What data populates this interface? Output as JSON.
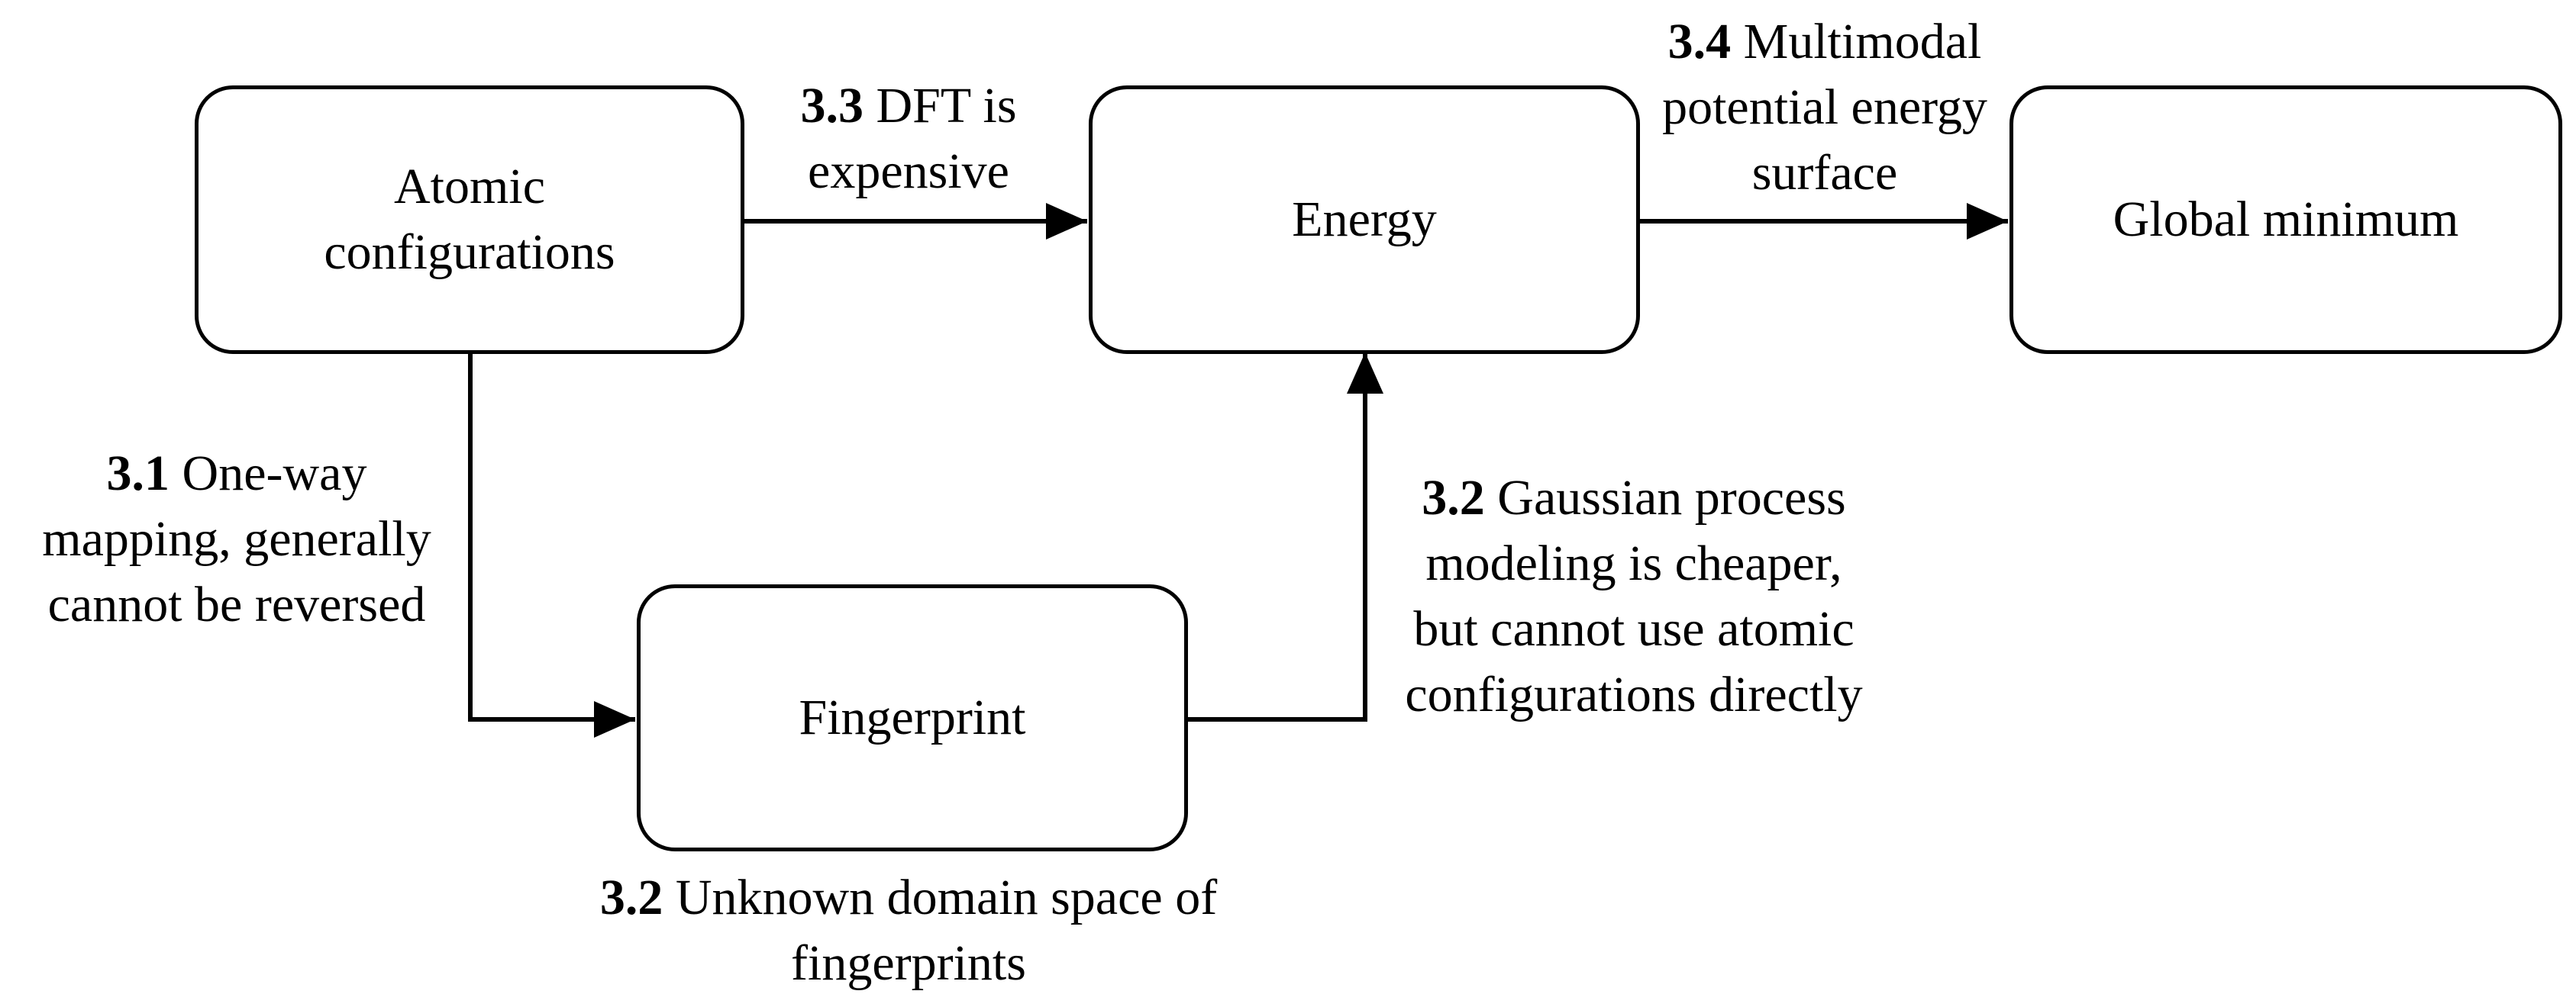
{
  "nodes": {
    "atomic": {
      "lines": [
        "Atomic",
        "configurations"
      ]
    },
    "energy": {
      "lines": [
        "Energy"
      ]
    },
    "global": {
      "lines": [
        "Global minimum"
      ]
    },
    "fingerprint": {
      "lines": [
        "Fingerprint"
      ]
    }
  },
  "edges": {
    "e33": {
      "num": "3.3",
      "lines": [
        " DFT is",
        "expensive"
      ]
    },
    "e34": {
      "num": "3.4",
      "lines": [
        " Multimodal",
        "potential energy",
        "surface"
      ]
    },
    "e31": {
      "num": "3.1",
      "lines": [
        " One-way",
        "mapping, generally",
        "cannot be reversed"
      ]
    },
    "e32a": {
      "num": "3.2",
      "lines": [
        " Gaussian process",
        "modeling is cheaper,",
        "but cannot use atomic",
        "configurations directly"
      ]
    },
    "e32b": {
      "num": "3.2",
      "lines": [
        " Unknown domain space of",
        "fingerprints"
      ]
    }
  }
}
